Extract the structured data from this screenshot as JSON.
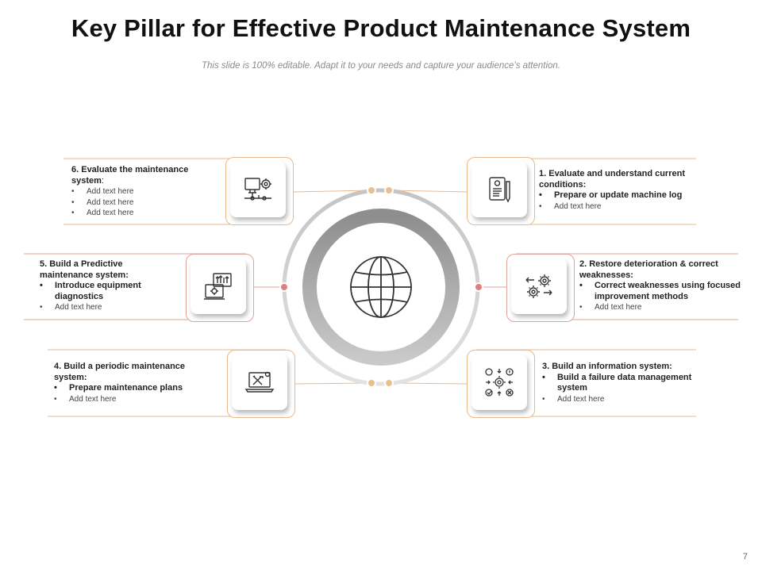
{
  "title": "Key Pillar for Effective Product Maintenance System",
  "subtitle": "This slide is 100% editable. Adapt it to your needs and capture your audience’s attention.",
  "page_number": "7",
  "center_icon": "globe-icon",
  "colors": {
    "orange_accent": "#e9b98c",
    "red_accent": "#dfa39b",
    "dot_orange": "#e8c08f",
    "dot_red": "#e07e7e",
    "ring_gray": "#a8a8a8"
  },
  "pillars": [
    {
      "heading": "1. Evaluate and understand current conditions:",
      "bullets": [
        {
          "text": "Prepare or update machine log",
          "style": "strong"
        },
        {
          "text": "Add text here",
          "style": "light"
        }
      ],
      "icon": "machine-log-document-icon"
    },
    {
      "heading": "2. Restore deterioration & correct weaknesses:",
      "bullets": [
        {
          "text": "Correct weaknesses using focused improvement methods",
          "style": "strong"
        },
        {
          "text": "Add text here",
          "style": "light"
        }
      ],
      "icon": "gears-arrows-icon"
    },
    {
      "heading": "3. Build an information system:",
      "bullets": [
        {
          "text": "Build a failure data management system",
          "style": "strong"
        },
        {
          "text": "Add text here",
          "style": "light"
        }
      ],
      "icon": "data-management-gear-icon"
    },
    {
      "heading": "4. Build a periodic maintenance system:",
      "bullets": [
        {
          "text": "Prepare maintenance plans",
          "style": "strong"
        },
        {
          "text": "Add text here",
          "style": "light"
        }
      ],
      "icon": "laptop-tools-icon"
    },
    {
      "heading": "5. Build a Predictive maintenance system:",
      "bullets": [
        {
          "text": "Introduce equipment diagnostics",
          "style": "strong"
        },
        {
          "text": "Add text here",
          "style": "light"
        }
      ],
      "icon": "diagnostics-monitor-icon"
    },
    {
      "heading_main": "6. Evaluate the maintenance system",
      "heading_suffix": ":",
      "bullets": [
        {
          "text": "Add text here",
          "style": "light"
        },
        {
          "text": "Add text here",
          "style": "light"
        },
        {
          "text": "Add text here",
          "style": "light"
        }
      ],
      "icon": "network-gear-icon"
    }
  ]
}
